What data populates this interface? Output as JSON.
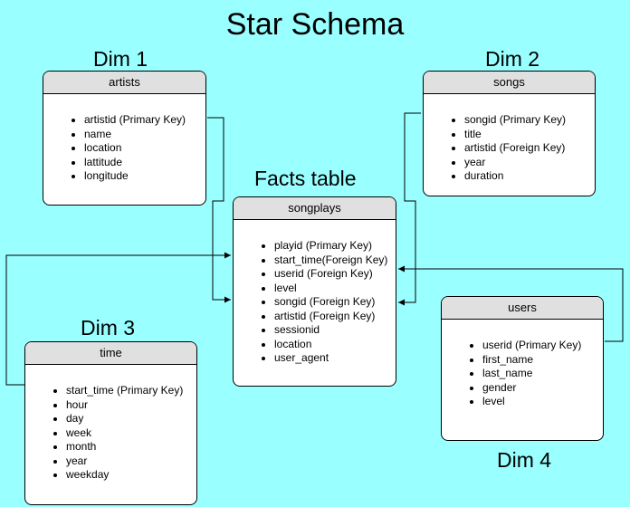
{
  "title": "Star Schema",
  "fact": {
    "label": "Facts table",
    "name": "songplays",
    "columns": [
      "playid (Primary Key)",
      "start_time(Foreign Key)",
      "userid (Foreign Key)",
      "level",
      "songid (Foreign Key)",
      "artistid (Foreign Key)",
      "sessionid",
      "location",
      "user_agent"
    ]
  },
  "dims": [
    {
      "label": "Dim 1",
      "name": "artists",
      "columns": [
        "artistid (Primary Key)",
        "name",
        "location",
        "lattitude",
        "longitude"
      ]
    },
    {
      "label": "Dim 2",
      "name": "songs",
      "columns": [
        "songid (Primary Key)",
        "title",
        "artistid (Foreign Key)",
        "year",
        "duration"
      ]
    },
    {
      "label": "Dim 3",
      "name": "time",
      "columns": [
        "start_time (Primary Key)",
        "hour",
        "day",
        "week",
        "month",
        "year",
        "weekday"
      ]
    },
    {
      "label": "Dim 4",
      "name": "users",
      "columns": [
        "userid (Primary Key)",
        "first_name",
        "last_name",
        "gender",
        "level"
      ]
    }
  ]
}
